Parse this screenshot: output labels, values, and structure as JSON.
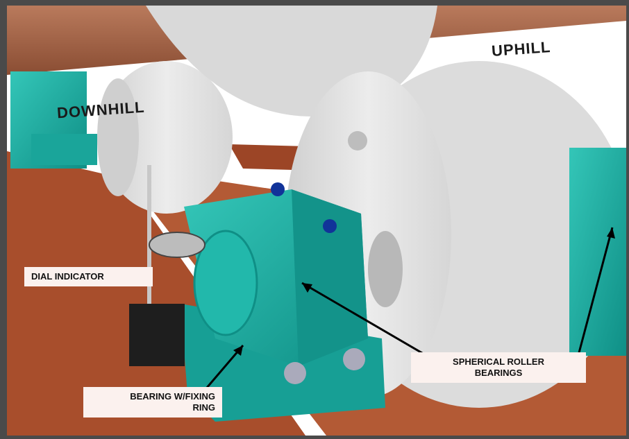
{
  "labels": {
    "uphill": "UPHILL",
    "downhill": "DOWNHILL",
    "dial_indicator": "DIAL INDICATOR",
    "spherical_bearings_line1": "SPHERICAL ROLLER",
    "spherical_bearings_line2": "BEARINGS",
    "fixing_ring_line1": "BEARING W/FIXING",
    "fixing_ring_line2": "RING"
  },
  "colors": {
    "frame_border": "#4a4a4a",
    "shaft": "#a0644a",
    "base_rail": "#a84e2c",
    "bearing_teal": "#1fb3a6",
    "roller_grey": "#e6e6e6",
    "label_bg": "#fbf1ee"
  }
}
